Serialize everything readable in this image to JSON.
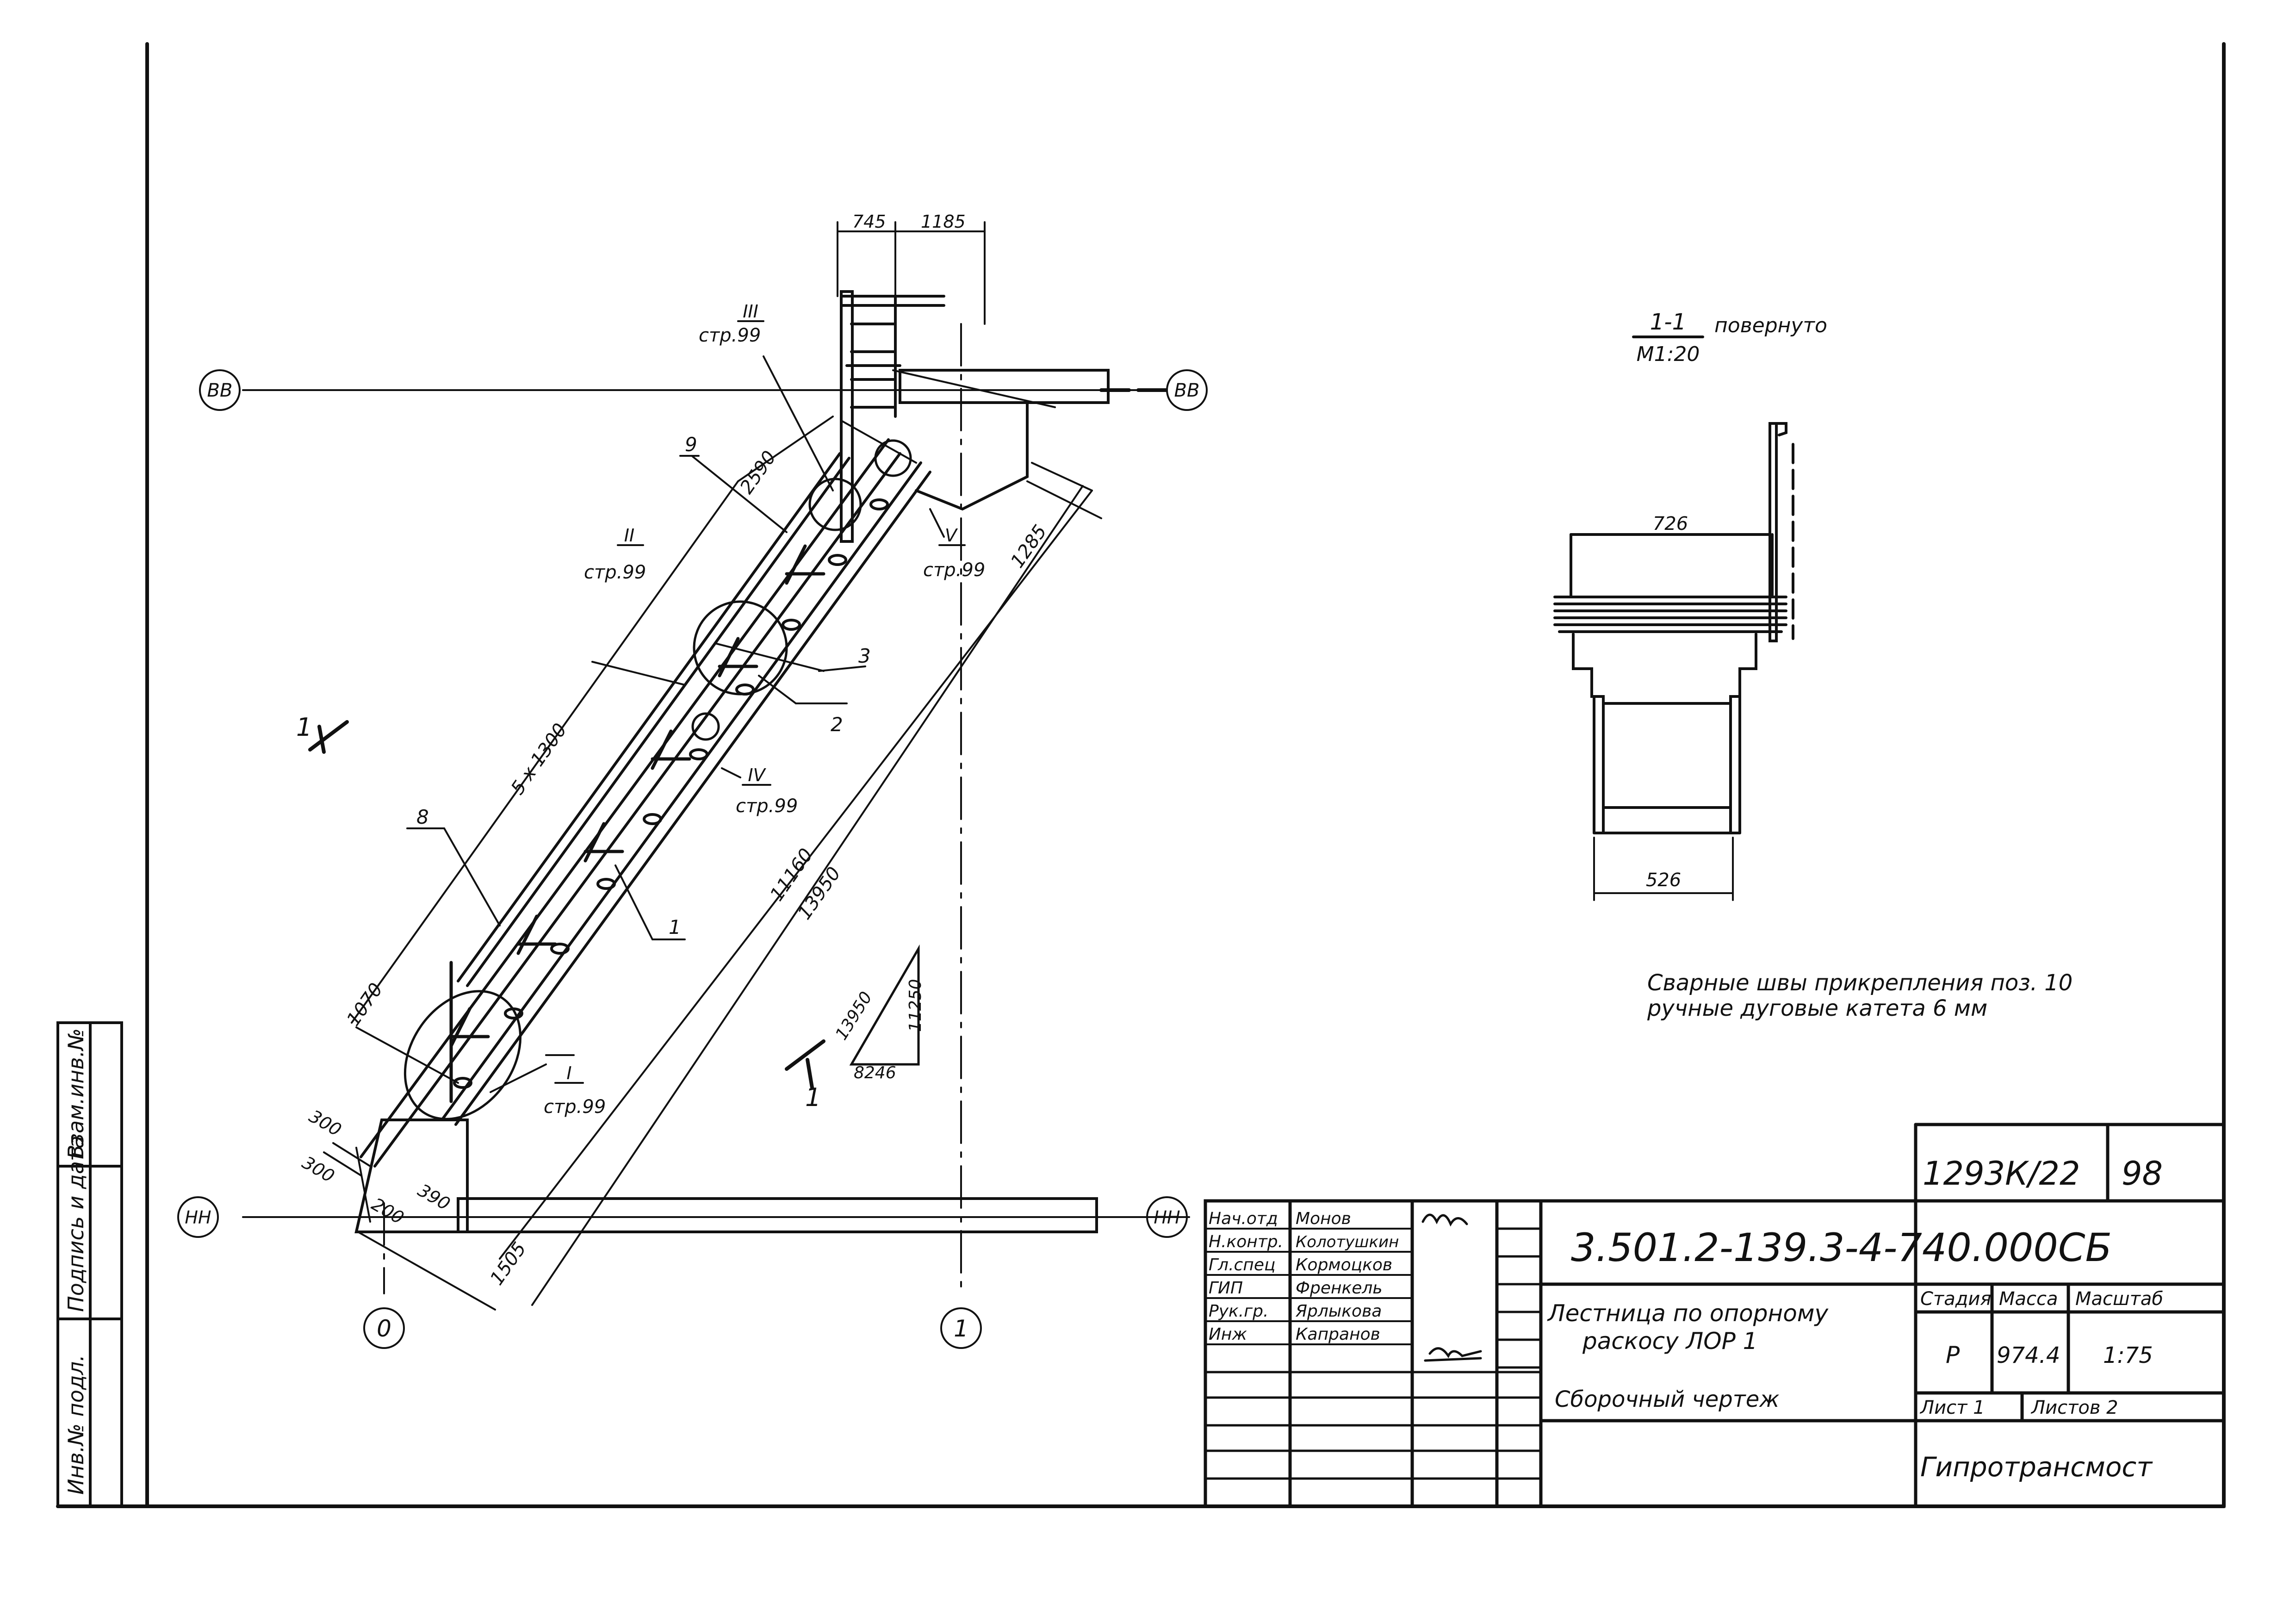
{
  "drawing": {
    "grid_axes": {
      "top_left": "ВВ",
      "top_right": "ВВ",
      "bottom_left": "НН",
      "bottom_right": "НН",
      "axis_0": "0",
      "axis_1": "1"
    },
    "dimensions": {
      "d745": "745",
      "d1185": "1185",
      "d2590": "2590",
      "d1285": "1285",
      "d5x1300": "5 x 1300",
      "d11160": "11160",
      "d13950": "13950",
      "d1070": "1070",
      "d300a": "300",
      "d300b": "300",
      "d390": "390",
      "d200": "200",
      "d1505": "1505",
      "tri_hyp": "13950",
      "tri_base": "8246",
      "tri_vert": "11250"
    },
    "callouts": {
      "c3": {
        "roman": "III",
        "page": "стр.99"
      },
      "c2": {
        "roman": "II",
        "page": "стр.99"
      },
      "c5": {
        "roman": "V",
        "page": "стр.99"
      },
      "c4": {
        "roman": "IV",
        "page": "стр.99"
      },
      "c1": {
        "roman": "I",
        "page": "стр.99"
      }
    },
    "positions": {
      "p9": "9",
      "p3": "3",
      "p2": "2",
      "p8": "8",
      "p1": "1"
    },
    "section_marks": {
      "left": "1",
      "right": "1"
    }
  },
  "section_view": {
    "label": "1-1",
    "scale": "М1:20",
    "note": "повернуто",
    "width_top": "726",
    "width_bottom": "526"
  },
  "weld_note": {
    "line1": "Сварные швы прикрепления поз. 10",
    "line2": "ручные дуговые катета 6 мм"
  },
  "side_stamp": {
    "col1": "Инв.№ подл.",
    "col2": "Подпись и дата",
    "col3": "Взам.инв.№"
  },
  "title_block": {
    "order_number": "1293К/22",
    "sheet_page": "98",
    "document_code": "3.501.2-139.3-4-740.000СБ",
    "title_line1": "Лестница по опорному",
    "title_line2": "раскосу ЛОР 1",
    "subtitle": "Сборочный чертеж",
    "stage_label": "Стадия",
    "mass_label": "Масса",
    "scale_label": "Масштаб",
    "stage": "Р",
    "mass": "974.4",
    "scale": "1:75",
    "sheet_label": "Лист 1",
    "sheets_label": "Листов 2",
    "organization": "Гипротрансмост",
    "roles": [
      {
        "role": "Нач.отд",
        "name": "Монов"
      },
      {
        "role": "Н.контр.",
        "name": "Колотушкин"
      },
      {
        "role": "Гл.спец",
        "name": "Кормоцков"
      },
      {
        "role": "ГИП",
        "name": "Френкель"
      },
      {
        "role": "Рук.гр.",
        "name": "Ярлыкова"
      },
      {
        "role": "Инж",
        "name": "Капранов"
      }
    ]
  }
}
